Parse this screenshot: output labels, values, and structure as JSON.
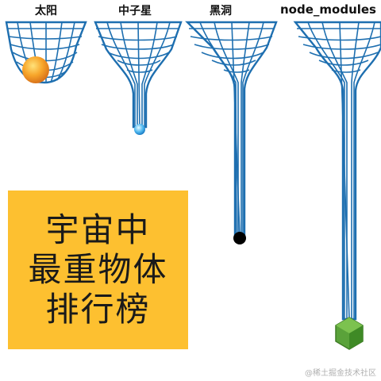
{
  "labels": {
    "sun": "太阳",
    "neutron_star": "中子星",
    "black_hole": "黑洞",
    "node_modules": "node_modules"
  },
  "title": [
    "宇宙中",
    "最重物体",
    "排行榜"
  ],
  "watermark": "@稀土掘金技术社区",
  "colors": {
    "grid_line": "#1e6fb0",
    "title_bg": "#fdc030",
    "sun": "#f5a623",
    "neutron_star": "#4fb8f0",
    "black_hole": "#000000",
    "node_hexagon": "#5aa23a"
  },
  "icons": {
    "sun": "sun-sphere",
    "neutron_star": "neutron-star-sphere",
    "black_hole": "black-hole-dot",
    "node_modules": "nodejs-hexagon-icon"
  }
}
